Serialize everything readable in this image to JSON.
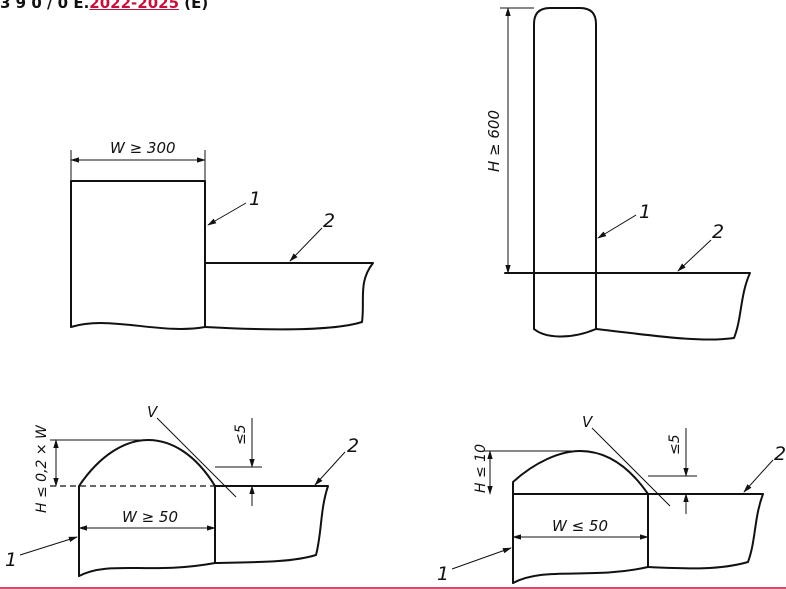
{
  "header": {
    "prefix": "3 9 0 / 0 E.",
    "link": "2022-2025",
    "suffix": " (E)"
  },
  "labels": {
    "w_ge_300": "W ≥ 300",
    "h_ge_600": "H ≥ 600",
    "w_ge_50": "W ≥ 50",
    "w_le_50": "W ≤ 50",
    "h_le_02w": "H ≤ 0,2 × W",
    "h_le_10": "H ≤ 10",
    "le5": "≤5",
    "v": "V",
    "one": "1",
    "two": "2"
  },
  "colors": {
    "line": "#111111",
    "accent": "#c0143c"
  }
}
